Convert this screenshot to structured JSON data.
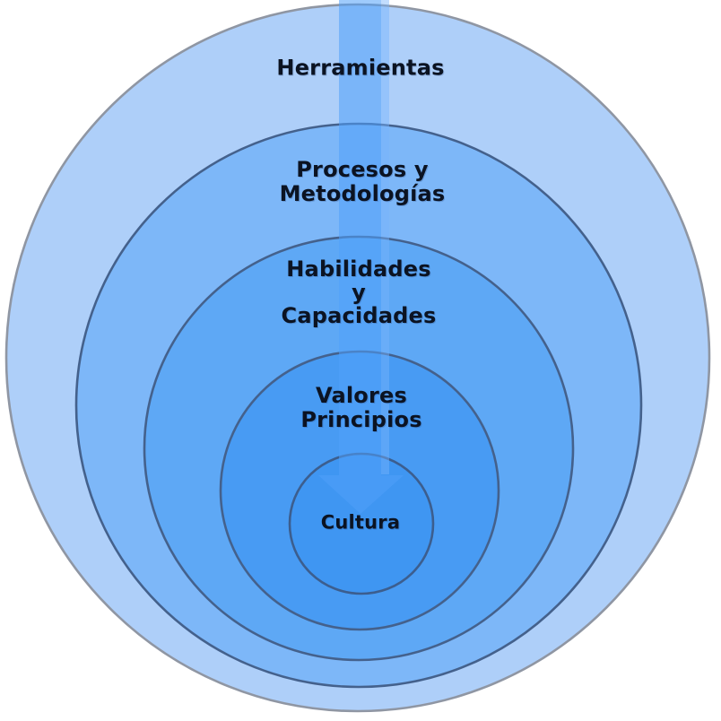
{
  "diagram": {
    "type": "concentric-onion",
    "description": "Nested circles from outer tools to inner culture with a downward arrow",
    "levels": [
      {
        "id": "herramientas",
        "label": "Herramientas",
        "color": "#aecff9"
      },
      {
        "id": "procesos",
        "label": "Procesos y\nMetodologías",
        "color": "#7db7f8"
      },
      {
        "id": "habilidades",
        "label": "Habilidades\ny\nCapacidades",
        "color": "#5ea8f5"
      },
      {
        "id": "valores",
        "label": "Valores\nPrincipios",
        "color": "#489bf3"
      },
      {
        "id": "cultura",
        "label": "Cultura",
        "color": "#3f96f2"
      }
    ],
    "arrow": {
      "direction": "down",
      "shaft_color": "rgba(80,160,250,0.55)",
      "highlight_color": "rgba(120,180,252,0.45)"
    },
    "style": {
      "text_color": "#0b1322",
      "ring_border_color": "#44618c",
      "outer_border_color": "#8f96a3",
      "inner_border_color": "#3c5e8e",
      "background": "#ffffff"
    }
  }
}
